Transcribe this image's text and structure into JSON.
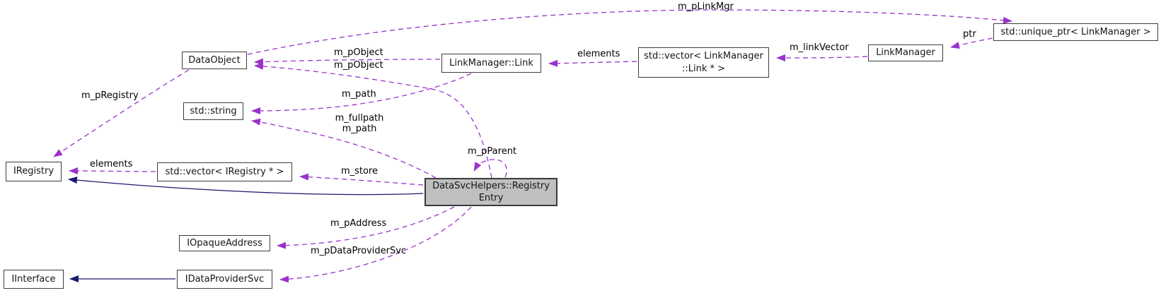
{
  "diagram": {
    "kind": "collaboration-graph",
    "focus_node": "DataSvcHelpers::RegistryEntry",
    "colors": {
      "usage_edge": "#9a32cd",
      "inheritance_edge": "#191970",
      "node_fill": "#ffffff",
      "focus_node_fill": "#bfbfbf",
      "node_border": "#3d3d3d",
      "background": "#ffffff"
    },
    "nodes": [
      {
        "id": "DataObject",
        "lines": [
          "DataObject"
        ]
      },
      {
        "id": "std::string",
        "lines": [
          "std::string"
        ]
      },
      {
        "id": "LinkManager::Link",
        "lines": [
          "LinkManager::Link"
        ]
      },
      {
        "id": "std::vector< LinkManager::Link * >",
        "lines": [
          "std::vector< LinkManager",
          "::Link * >"
        ]
      },
      {
        "id": "LinkManager",
        "lines": [
          "LinkManager"
        ]
      },
      {
        "id": "std::unique_ptr< LinkManager >",
        "lines": [
          "std::unique_ptr< LinkManager >"
        ]
      },
      {
        "id": "IRegistry",
        "lines": [
          "IRegistry"
        ]
      },
      {
        "id": "std::vector< IRegistry * >",
        "lines": [
          "std::vector< IRegistry * >"
        ]
      },
      {
        "id": "DataSvcHelpers::RegistryEntry",
        "lines": [
          "DataSvcHelpers::Registry",
          "Entry"
        ]
      },
      {
        "id": "IOpaqueAddress",
        "lines": [
          "IOpaqueAddress"
        ]
      },
      {
        "id": "IInterface",
        "lines": [
          "IInterface"
        ]
      },
      {
        "id": "IDataProviderSvc",
        "lines": [
          "IDataProviderSvc"
        ]
      }
    ],
    "edges": [
      {
        "label": "m_pLinkMgr",
        "from": "DataObject",
        "to": "std::unique_ptr< LinkManager >",
        "relation": "usage"
      },
      {
        "label": "m_pObject",
        "from": "LinkManager::Link",
        "to": "DataObject",
        "relation": "usage"
      },
      {
        "label": "m_pObject",
        "from": "DataSvcHelpers::RegistryEntry",
        "to": "DataObject",
        "relation": "usage"
      },
      {
        "label": "m_path",
        "from": "LinkManager::Link",
        "to": "std::string",
        "relation": "usage"
      },
      {
        "label": "m_fullpath m_path",
        "label_lines": [
          "m_fullpath",
          "m_path"
        ],
        "from": "DataSvcHelpers::RegistryEntry",
        "to": "std::string",
        "relation": "usage"
      },
      {
        "label": "m_pRegistry",
        "from": "DataObject",
        "to": "IRegistry",
        "relation": "usage"
      },
      {
        "label": "elements",
        "from": "std::vector< LinkManager::Link * >",
        "to": "LinkManager::Link",
        "relation": "usage"
      },
      {
        "label": "m_linkVector",
        "from": "LinkManager",
        "to": "std::vector< LinkManager::Link * >",
        "relation": "usage"
      },
      {
        "label": "ptr",
        "from": "std::unique_ptr< LinkManager >",
        "to": "LinkManager",
        "relation": "usage"
      },
      {
        "label": "m_pParent",
        "from": "DataSvcHelpers::RegistryEntry",
        "to": "DataSvcHelpers::RegistryEntry",
        "relation": "usage"
      },
      {
        "label": "elements",
        "from": "std::vector< IRegistry * >",
        "to": "IRegistry",
        "relation": "usage"
      },
      {
        "label": "m_store",
        "from": "DataSvcHelpers::RegistryEntry",
        "to": "std::vector< IRegistry * >",
        "relation": "usage"
      },
      {
        "label": "",
        "from": "DataSvcHelpers::RegistryEntry",
        "to": "IRegistry",
        "relation": "inheritance"
      },
      {
        "label": "m_pAddress",
        "from": "DataSvcHelpers::RegistryEntry",
        "to": "IOpaqueAddress",
        "relation": "usage"
      },
      {
        "label": "m_pDataProviderSvc",
        "from": "DataSvcHelpers::RegistryEntry",
        "to": "IDataProviderSvc",
        "relation": "usage"
      },
      {
        "label": "",
        "from": "IDataProviderSvc",
        "to": "IInterface",
        "relation": "inheritance"
      }
    ]
  }
}
